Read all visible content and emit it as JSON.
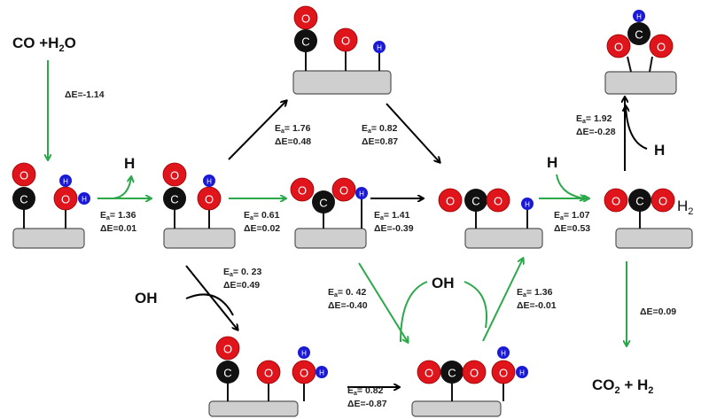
{
  "atoms": {
    "O": "O",
    "C": "C",
    "H": "H"
  },
  "colors": {
    "oxygen": "#e0141b",
    "carbon": "#111111",
    "hydrogen": "#1a1ad6",
    "surface": "#cfcfcf",
    "favored_path": "#2aa84a",
    "other_path": "#000000"
  },
  "label_parts": {
    "ea_main": "E",
    "ea_sub": "a",
    "de_prefix": "ΔE="
  },
  "species": {
    "reactants": {
      "a": "CO +H",
      "sub": "2",
      "b": "O"
    },
    "products": {
      "a": "CO",
      "sub1": "2",
      "b": " + H",
      "sub2": "2"
    },
    "h2": {
      "a": "H",
      "sub": "2"
    },
    "h_released_1": "H",
    "h_added_1": "H",
    "h_added_2": "H",
    "oh_1": "OH",
    "oh_2": "OH"
  },
  "steps": [
    {
      "id": "adsorption",
      "ea": null,
      "de": "-1.14",
      "path": "favored"
    },
    {
      "id": "h2o-dissociation",
      "ea": "= 1.36",
      "de": "0.01",
      "path": "favored"
    },
    {
      "id": "oh-dissociation",
      "ea": "= 1.76",
      "de": "0.48",
      "path": "other"
    },
    {
      "id": "cooh-formation",
      "ea": "= 0.61",
      "de": "0.02",
      "path": "favored"
    },
    {
      "id": "o-co-to-co2",
      "ea": "= 0.82",
      "de": "0.87",
      "path": "other"
    },
    {
      "id": "cooh-dehydrogenation",
      "ea": "= 1.41",
      "de": "-0.39",
      "path": "other"
    },
    {
      "id": "h-to-h2",
      "ea": "= 1.07",
      "de": "0.53",
      "path": "favored"
    },
    {
      "id": "formate-formation",
      "ea": "= 1.92",
      "de": "-0.28",
      "path": "other"
    },
    {
      "id": "oh-assisted-co",
      "ea": "= 0. 23",
      "de": "0.49",
      "path": "other"
    },
    {
      "id": "cooh-oh-assisted",
      "ea": "= 0. 42",
      "de": "-0.40",
      "path": "favored"
    },
    {
      "id": "co-oxidation",
      "ea": "= 0.82",
      "de": "-0.87",
      "path": "other"
    },
    {
      "id": "h-transfer-oh",
      "ea": "= 1.36",
      "de": "-0.01",
      "path": "favored"
    },
    {
      "id": "desorption",
      "ea": null,
      "de": "0.09",
      "path": "favored"
    }
  ]
}
